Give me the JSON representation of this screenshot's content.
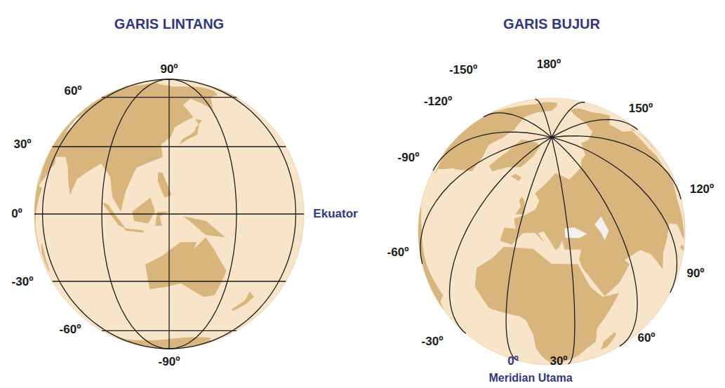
{
  "diagram": {
    "labels": [
      "GARIS LINTANG",
      "GARIS BUJUR",
      "90º",
      "60º",
      "30º",
      "0º",
      "-30º",
      "-60º",
      "-90º",
      "Ekuator",
      "-150º",
      "180º",
      "-120º",
      "150º",
      "-90º",
      "120º",
      "-60º",
      "90º",
      "-30º",
      "60º",
      "0º",
      "30º",
      "Meridian Utama"
    ]
  }
}
